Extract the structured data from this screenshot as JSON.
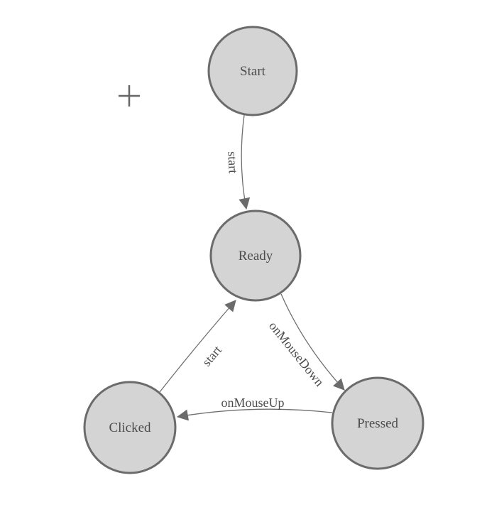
{
  "diagram": {
    "type": "finite-state-machine",
    "nodes": [
      {
        "id": "start",
        "label": "Start"
      },
      {
        "id": "ready",
        "label": "Ready"
      },
      {
        "id": "clicked",
        "label": "Clicked"
      },
      {
        "id": "pressed",
        "label": "Pressed"
      }
    ],
    "edges": [
      {
        "from": "start",
        "to": "ready",
        "label": "start"
      },
      {
        "from": "ready",
        "to": "pressed",
        "label": "onMouseDown"
      },
      {
        "from": "pressed",
        "to": "clicked",
        "label": "onMouseUp"
      },
      {
        "from": "clicked",
        "to": "ready",
        "label": "start"
      }
    ],
    "icons": [
      {
        "name": "plus-icon",
        "glyph": "+"
      }
    ],
    "colors": {
      "background": "#ffffff",
      "node_fill": "#d4d4d4",
      "node_stroke": "#6b6b6b",
      "edge_stroke": "#6f6f6f",
      "arrowhead_fill": "#6b6b6b",
      "label_text": "#4c4c4c",
      "plus_stroke": "#666666"
    }
  }
}
